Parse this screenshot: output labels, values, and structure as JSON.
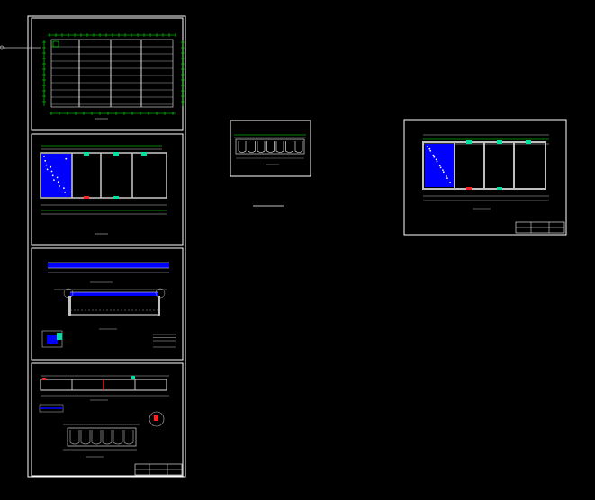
{
  "colors": {
    "background": "#000000",
    "sheet_border": "#ffffff",
    "dimension": "#00ff00",
    "hatch": "#0000ff",
    "accent_red": "#ff2020",
    "accent_green": "#00e0a0",
    "grey_line": "#bfbfbf"
  },
  "sheets": [
    {
      "name": "sheet-plan-grid"
    },
    {
      "name": "sheet-plan-tanks"
    },
    {
      "name": "sheet-section"
    },
    {
      "name": "sheet-detail"
    },
    {
      "name": "sheet-small-section"
    },
    {
      "name": "sheet-right-plan"
    }
  ]
}
